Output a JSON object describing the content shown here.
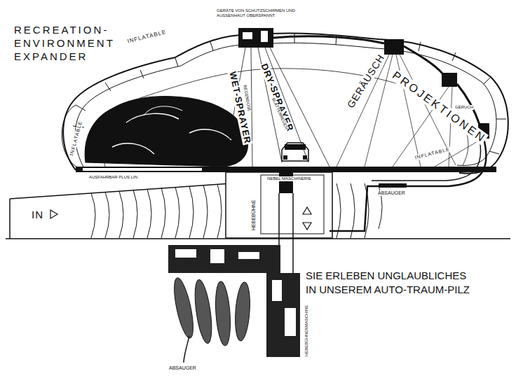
{
  "diagram": {
    "title": "RECREATION- ENVIRONMENT EXPANDER",
    "caption": "SIE ERLEBEN UNGLAUBLICHES IN UNSEREM AUTO-TRAUM-PILZ",
    "labels": [
      "GERÄTE VON SCHUTZSCHIRMEN UND AUSSENHAUT ÜBERSPANNT",
      "INFLATABLE",
      "INFLATABLE",
      "WET-SPRAYER",
      "REGENDÜSE",
      "DRY-SPRAYER",
      "BLÄTTERREGEN",
      "GERÄUSCH",
      "PROJEKTIONEN",
      "GERUCH",
      "INFLATABLE",
      "AUSFAHRBAR PLUS LIN",
      "ABSAUGER",
      "IN",
      "HEBEBÜHNE",
      "NEBEL MASCHINERIE",
      "HEBEBÜHNENMASCHINE",
      "ABSAUGER"
    ]
  }
}
